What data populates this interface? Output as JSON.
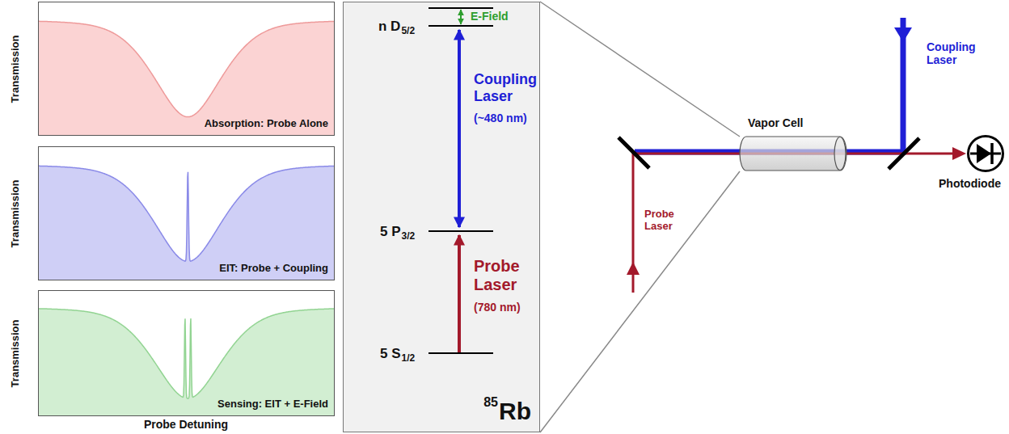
{
  "diagram": {
    "nodes": [
      {
        "text": [
          "Absorption: Probe Alone"
        ]
      },
      {
        "text": [
          "EIT: Probe + Coupling"
        ]
      },
      {
        "text": [
          "Sensing: EIT + E-Field"
        ]
      },
      {
        "text": [
          "85",
          "Rb"
        ]
      },
      {
        "text": [
          "Vapor Cell"
        ]
      },
      {
        "text": [
          "Photodiode"
        ]
      }
    ],
    "labels": [
      "Transmission",
      "Transmission",
      "Transmission",
      "Probe Detuning",
      "n D",
      "5/2",
      "E-Field",
      "Coupling Laser",
      "(~480 nm)",
      "5 P",
      "3/2",
      "Probe Laser",
      "(780 nm)",
      "5 S",
      "1/2",
      "Probe Laser",
      "Coupling Laser"
    ]
  }
}
